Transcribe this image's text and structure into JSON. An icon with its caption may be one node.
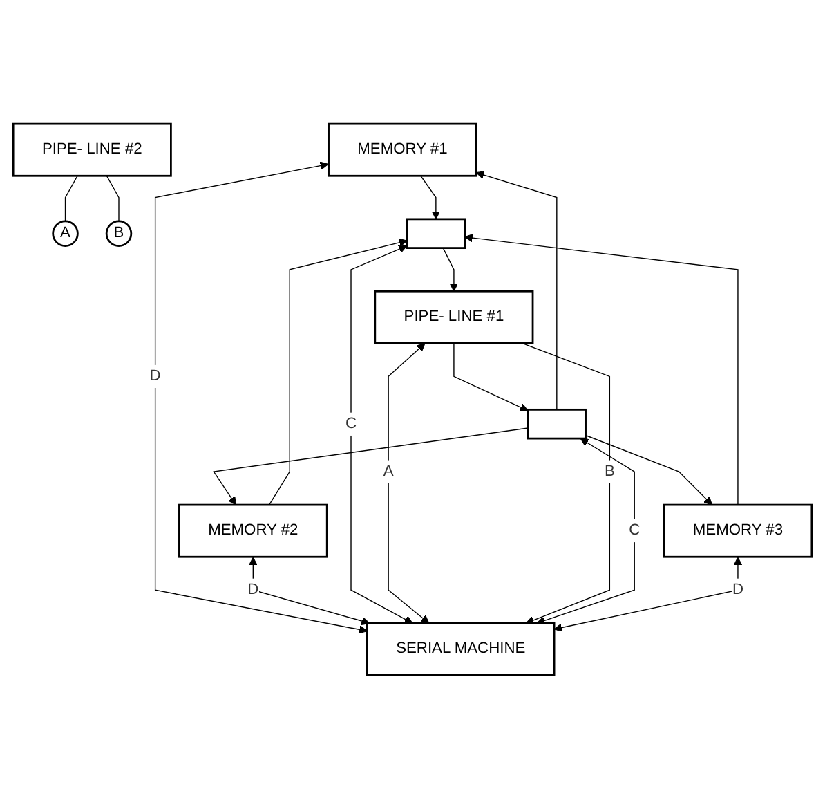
{
  "diagram": {
    "nodes": [
      {
        "text": [
          "MEMORY #1"
        ]
      },
      {
        "text": [
          "MEMORY #2"
        ]
      },
      {
        "text": [
          "MEMORY #3"
        ]
      },
      {
        "text": [
          "PIPE- LINE #2"
        ]
      },
      {
        "text": [
          "A"
        ]
      },
      {
        "text": [
          "B"
        ]
      },
      {
        "text": [],
        "shape": "box"
      },
      {
        "text": [
          "PIPE- LINE #1"
        ]
      },
      {
        "text": [],
        "shape": "box"
      },
      {
        "text": [
          "SERIAL MACHINE"
        ]
      }
    ],
    "edges": [
      {
        "from": 3,
        "to": 4,
        "arrow": "none"
      },
      {
        "from": 3,
        "to": 5,
        "arrow": "none"
      },
      {
        "from": 0,
        "to": 6,
        "arrow": "to"
      },
      {
        "from": 1,
        "to": 6,
        "arrow": "to"
      },
      {
        "from": 2,
        "to": 6,
        "arrow": "to"
      },
      {
        "from": 6,
        "to": 7,
        "arrow": "to"
      },
      {
        "from": 7,
        "to": 8,
        "arrow": "to"
      },
      {
        "from": 8,
        "to": 0,
        "arrow": "to"
      },
      {
        "from": 8,
        "to": 1,
        "arrow": "to"
      },
      {
        "from": 8,
        "to": 2,
        "arrow": "to"
      },
      {
        "from": 0,
        "to": 9,
        "arrow": "both",
        "label": "D"
      },
      {
        "from": 1,
        "to": 9,
        "arrow": "both",
        "label": "D"
      },
      {
        "from": 6,
        "to": 9,
        "arrow": "both",
        "label": "C"
      },
      {
        "from": 7,
        "to": 9,
        "arrow": "both",
        "label": "A"
      },
      {
        "from": 7,
        "to": 9,
        "arrow": "to",
        "label": "B"
      },
      {
        "from": 8,
        "to": 9,
        "arrow": "both",
        "label": "C"
      },
      {
        "from": 2,
        "to": 9,
        "arrow": "both",
        "label": "D"
      }
    ]
  }
}
